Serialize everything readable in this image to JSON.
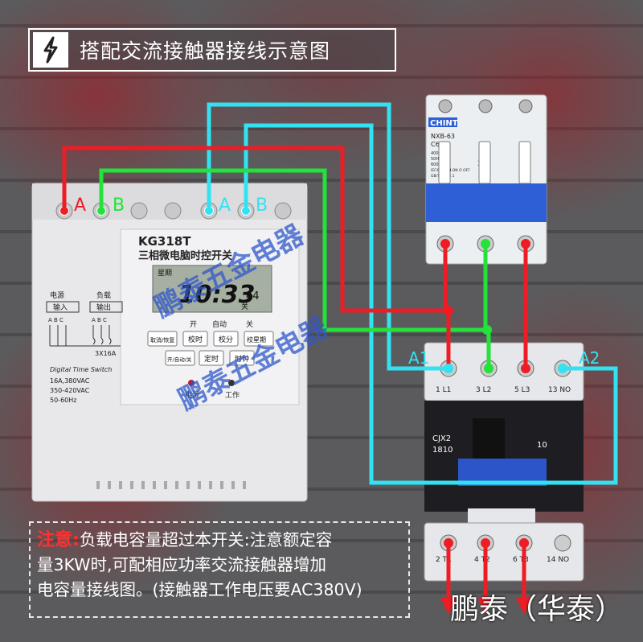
{
  "title": "搭配交流接触器接线示意图",
  "timer": {
    "model": "KG318T",
    "subtitle": "三相微电脑时控开关",
    "lcd_day": "星期",
    "lcd_time": "10:33",
    "lcd_sec": "44",
    "lcd_state": "关",
    "terminal_A": "A",
    "terminal_B": "B",
    "load_A": "A",
    "load_B": "B",
    "power_label": "电源",
    "load_label": "负载",
    "input_label": "输入",
    "output_label": "输出",
    "abc_left": "A B C",
    "abc_right": "A B C",
    "rating_small": "3X16A",
    "digital": "Digital Time Switch",
    "spec1": "16A,380VAC",
    "spec2": "350-420VAC",
    "spec3": "50-60Hz",
    "top_labels": {
      "open": "开",
      "auto": "自动",
      "close": "关"
    },
    "buttons": [
      {
        "id": "cancel-restore",
        "label": "取消/恢复"
      },
      {
        "id": "set-clock-hour",
        "label": "校时"
      },
      {
        "id": "set-clock-min",
        "label": "校分"
      },
      {
        "id": "set-week",
        "label": "校星期"
      },
      {
        "id": "on-auto-off",
        "label": "开/自动/关"
      },
      {
        "id": "timer",
        "label": "定时"
      },
      {
        "id": "clock",
        "label": "时钟"
      }
    ],
    "led1": "电源",
    "led2": "工作"
  },
  "breaker": {
    "brand": "CHINT",
    "model": "NXB-63",
    "rating": "C63",
    "spec_a": "400V~",
    "spec_b": "50Hz",
    "spec_c": "6000A",
    "std": "IEC60898-1",
    "std2": "GB/T10963.1",
    "on_off": "I ON O OFF",
    "num": "333"
  },
  "contactor": {
    "model": "CJX2",
    "model2": "1810",
    "rating": "10",
    "coil_A1": "A1",
    "coil_A2": "A2",
    "top_terminals": [
      "1 L1",
      "3 L2",
      "5 L3",
      "13 NO"
    ],
    "bottom_terminals": [
      "2 T1",
      "4 T2",
      "6 T3",
      "14 NO"
    ]
  },
  "watermark": "鹏泰五金电器",
  "note": {
    "head": "注意:",
    "line1": "负载电容量超过本开关:注意额定容",
    "line2": "量3KW时,可配相应功率交流接触器增加",
    "line3": "电容量接线图。(接触器工作电压要AC380V)"
  },
  "brand": "鹏泰（华泰）",
  "colors": {
    "red": "#ee1c25",
    "green": "#23e23a",
    "cyan": "#33e2f2",
    "white": "#ffffff"
  }
}
